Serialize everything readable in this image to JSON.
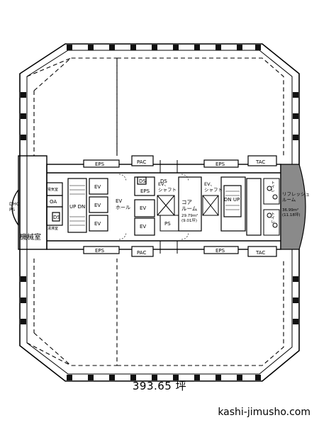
{
  "floor_area": "393.65 坪",
  "site": "kashi-jimusho.com",
  "colors": {
    "line": "#000000",
    "refresh_fill": "#8a8a8a"
  },
  "labels": {
    "eps": "EPS",
    "pac": "PAC",
    "tac": "TAC",
    "ev": "EV",
    "ev_hall": "EV\nホール",
    "ds": "DS",
    "ev_shaft": "EV、\nシャフト",
    "core_room": "コア\nルーム",
    "core_area": "29.79m²\n(9.01坪)",
    "ps": "PS",
    "dhc_ps": "DHC\nPS",
    "machine_room": "機械室",
    "oa": "OA",
    "updn": "UP DN",
    "dnup": "DN UP",
    "toilet": "トイレ",
    "refresh": "リフレッシュ\nルーム",
    "refresh_area": "36.99m²\n(11.18坪)",
    "small_1": "電気室",
    "small_2": "湯沸室"
  }
}
